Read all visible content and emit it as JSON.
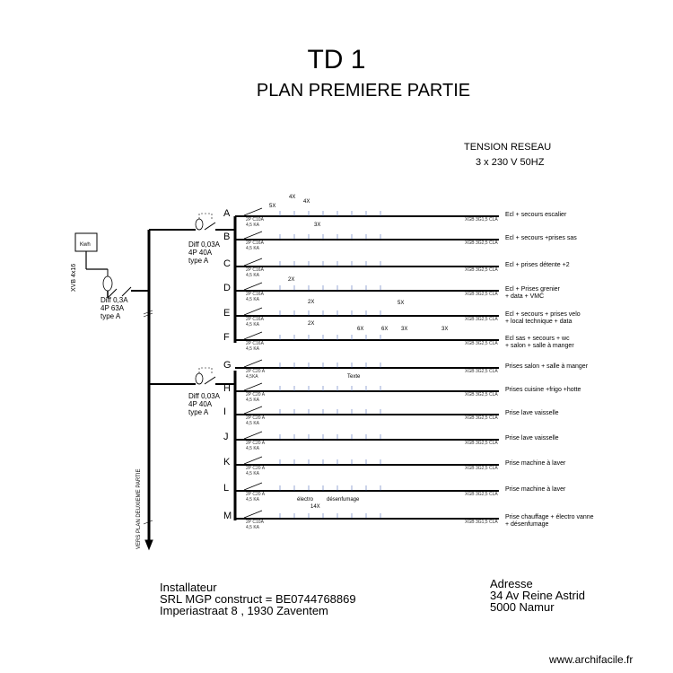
{
  "header": {
    "title": "TD 1",
    "subtitle": "PLAN PREMIERE PARTIE"
  },
  "tension": {
    "line1": "TENSION RESEAU",
    "line2": "3 x 230 V 50HZ"
  },
  "supply": {
    "cable": "XVB 4x16",
    "meter": "Kwh"
  },
  "main_diff": {
    "line1": "Diff 0,3A",
    "line2": "4P  63A",
    "line3": "type A"
  },
  "diff_1": {
    "line1": "Diff 0,03A",
    "line2": "4P  40A",
    "line3": "type A"
  },
  "diff_2": {
    "line1": "Diff 0,03A",
    "line2": "4P  40A",
    "line3": "type A"
  },
  "circuits": [
    {
      "letter": "A",
      "breaker1": "2P C10A",
      "breaker2": "4,5 KA",
      "cable": "XGB 3G1,5 CLA",
      "desc1": "Ecl + secours escalier",
      "desc2": ""
    },
    {
      "letter": "B",
      "breaker1": "2P C16A",
      "breaker2": "4,5 KA",
      "cable": "XGB 3G2,5 CLA",
      "desc1": "Ecl + secours +prises sas",
      "desc2": ""
    },
    {
      "letter": "C",
      "breaker1": "2P C16A",
      "breaker2": "4,5 KA",
      "cable": "XGB 3G2,5 CLA",
      "desc1": "Ecl + prises  détente +2",
      "desc2": ""
    },
    {
      "letter": "D",
      "breaker1": "2P C16A",
      "breaker2": "4,5 KA",
      "cable": "XGB 3G2,5 CLA",
      "desc1": "Ecl + Prises grenier",
      "desc2": "+ data + VMC"
    },
    {
      "letter": "E",
      "breaker1": "2P C16A",
      "breaker2": "4,5 KA",
      "cable": "XGB 3G2,5 CLA",
      "desc1": "Ecl + secours + prises velo",
      "desc2": "+ local technique + data"
    },
    {
      "letter": "F",
      "breaker1": "2P C16A",
      "breaker2": "4,5 KA",
      "cable": "XGB 3G2,5 CLA",
      "desc1": "Ecl sas + secours + wc",
      "desc2": "+ salon + salle à manger"
    },
    {
      "letter": "G",
      "breaker1": "2P C20 A",
      "breaker2": "4,5KA",
      "cable": "XGB 3G2,5 CLA",
      "desc1": "Prises salon + salle à manger",
      "desc2": ""
    },
    {
      "letter": "H",
      "breaker1": "2P C20 A",
      "breaker2": "4,5 KA",
      "cable": "XGB 3G2,5 CLA",
      "desc1": "Prises cuisine +frigo +hotte",
      "desc2": ""
    },
    {
      "letter": "I",
      "breaker1": "2P C20 A",
      "breaker2": "4,5 KA",
      "cable": "XGB 3G2,5 CLA",
      "desc1": "Prise lave vaisselle",
      "desc2": ""
    },
    {
      "letter": "J",
      "breaker1": "2P C20 A",
      "breaker2": "4,5 KA",
      "cable": "XGB 3G2,5 CLA",
      "desc1": "Prise  lave vaisselle",
      "desc2": ""
    },
    {
      "letter": "K",
      "breaker1": "2P C20 A",
      "breaker2": "4,5 KA",
      "cable": "XGB 3G2,5 CLA",
      "desc1": "Prise machine à laver",
      "desc2": ""
    },
    {
      "letter": "L",
      "breaker1": "2P C20 A",
      "breaker2": "4,5 KA",
      "cable": "XGB 3G2,5 CLA",
      "desc1": "Prise machine à laver",
      "desc2": ""
    },
    {
      "letter": "M",
      "breaker1": "2P C10A",
      "breaker2": "4,5 KA",
      "cable": "XGB 3G1,5 CLA",
      "desc1": "Prise chauffage + électro vanne",
      "desc2": "+ désenfumage"
    }
  ],
  "counts": {
    "a1": "5X",
    "a2": "4X",
    "a3": "4X",
    "b1": "3X",
    "d1": "2X",
    "e1": "2X",
    "e2": "5X",
    "e3": "2X",
    "f1": "6X",
    "f2": "6X",
    "f3": "3X",
    "f4": "3X",
    "m1": "14X"
  },
  "labels": {
    "texte": "Texte",
    "electro": "électro",
    "desenfumage": "désenfumage"
  },
  "vers": "VERS PLAN DEUXIEME PARTIE",
  "footer": {
    "installer1": "Installateur",
    "installer2": "SRL MGP construct = BE0744768869",
    "installer3": "Imperiastraat 8 , 1930 Zaventem",
    "address1": "Adresse",
    "address2": "34 Av Reine Astrid",
    "address3": "5000 Namur"
  },
  "watermark": "www.archifacile.fr"
}
